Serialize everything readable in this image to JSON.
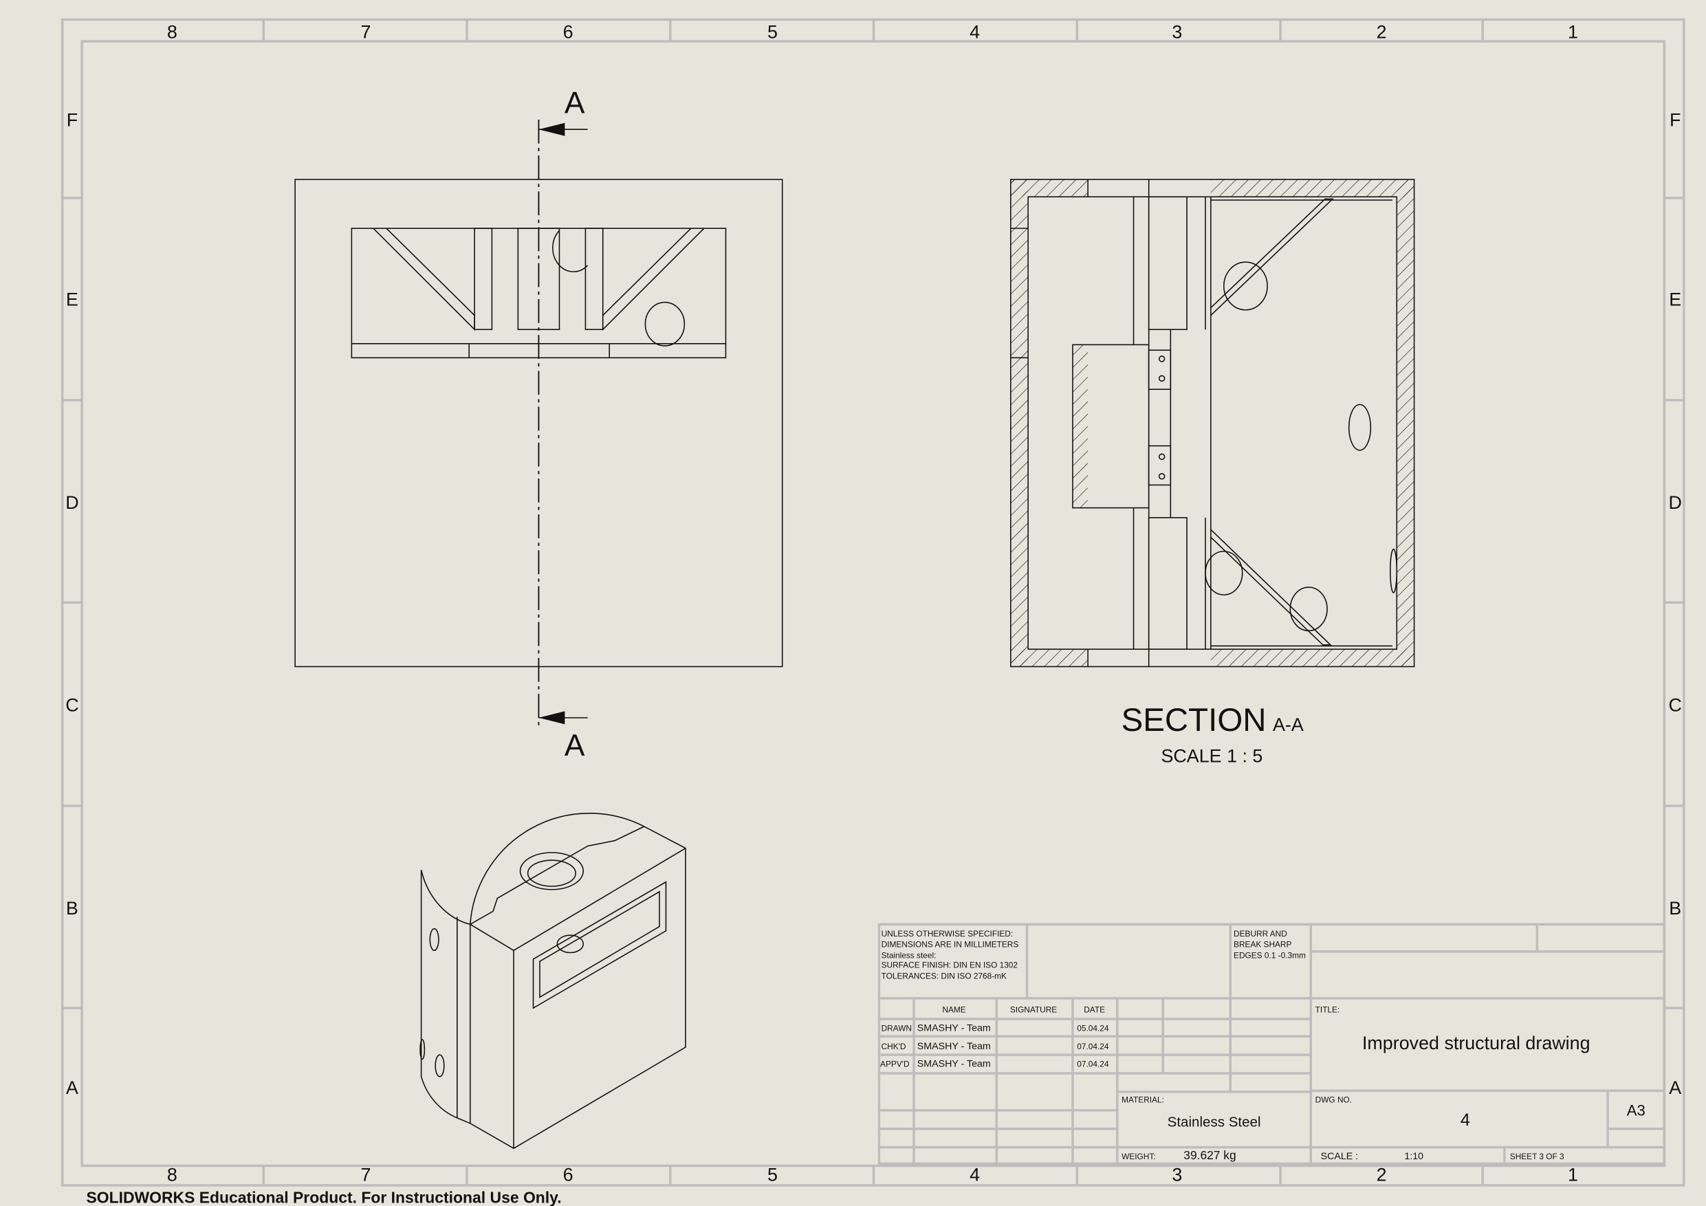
{
  "zones": {
    "columns": [
      "8",
      "7",
      "6",
      "5",
      "4",
      "3",
      "2",
      "1"
    ],
    "rows": [
      "F",
      "E",
      "D",
      "C",
      "B",
      "A"
    ]
  },
  "views": {
    "section_marker": "A",
    "section_title": "SECTION",
    "section_id": "A-A",
    "section_scale": "SCALE 1 : 5"
  },
  "title_block": {
    "notes": [
      "UNLESS OTHERWISE SPECIFIED:",
      "DIMENSIONS ARE IN MILLIMETERS",
      "Stainless steel:",
      "SURFACE FINISH:  DIN EN ISO 1302",
      "TOLERANCES:  DIN ISO 2768-mK"
    ],
    "deburr": [
      "DEBURR AND",
      "BREAK SHARP",
      "EDGES 0.1 -0.3mm"
    ],
    "headers": {
      "name": "NAME",
      "signature": "SIGNATURE",
      "date": "DATE"
    },
    "rows": [
      {
        "role": "DRAWN",
        "name": "SMASHY - Team",
        "date": "05.04.24"
      },
      {
        "role": "CHK'D",
        "name": "SMASHY - Team",
        "date": "07.04.24"
      },
      {
        "role": "APPV'D",
        "name": "SMASHY - Team",
        "date": "07.04.24"
      }
    ],
    "material_label": "MATERIAL:",
    "material": "Stainless Steel",
    "weight_label": "WEIGHT:",
    "weight": "39.627 kg",
    "title_label": "TITLE:",
    "title": "Improved structural drawing",
    "dwg_label": "DWG NO.",
    "dwg_no": "4",
    "size": "A3",
    "scale_label": "SCALE :",
    "scale": "1:10",
    "sheet": "SHEET 3 OF 3"
  },
  "watermark": "SOLIDWORKS Educational Product. For Instructional Use Only."
}
